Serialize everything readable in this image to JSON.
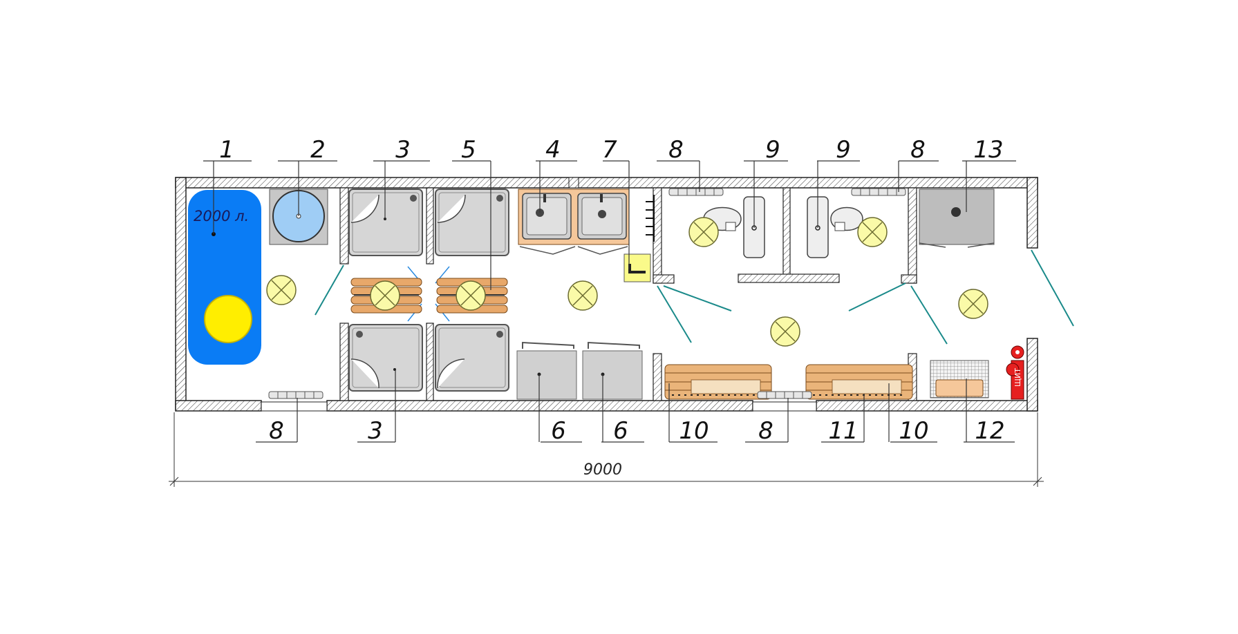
{
  "plan": {
    "tank_label": "2000 л.",
    "panel_label": "ЩИТ",
    "dimension_total": "9000",
    "callouts_top": [
      "1",
      "2",
      "3",
      "5",
      "4",
      "7",
      "8",
      "9",
      "9",
      "8",
      "13"
    ],
    "callouts_bottom": [
      "8",
      "3",
      "6",
      "6",
      "10",
      "8",
      "11",
      "10",
      "12"
    ]
  }
}
